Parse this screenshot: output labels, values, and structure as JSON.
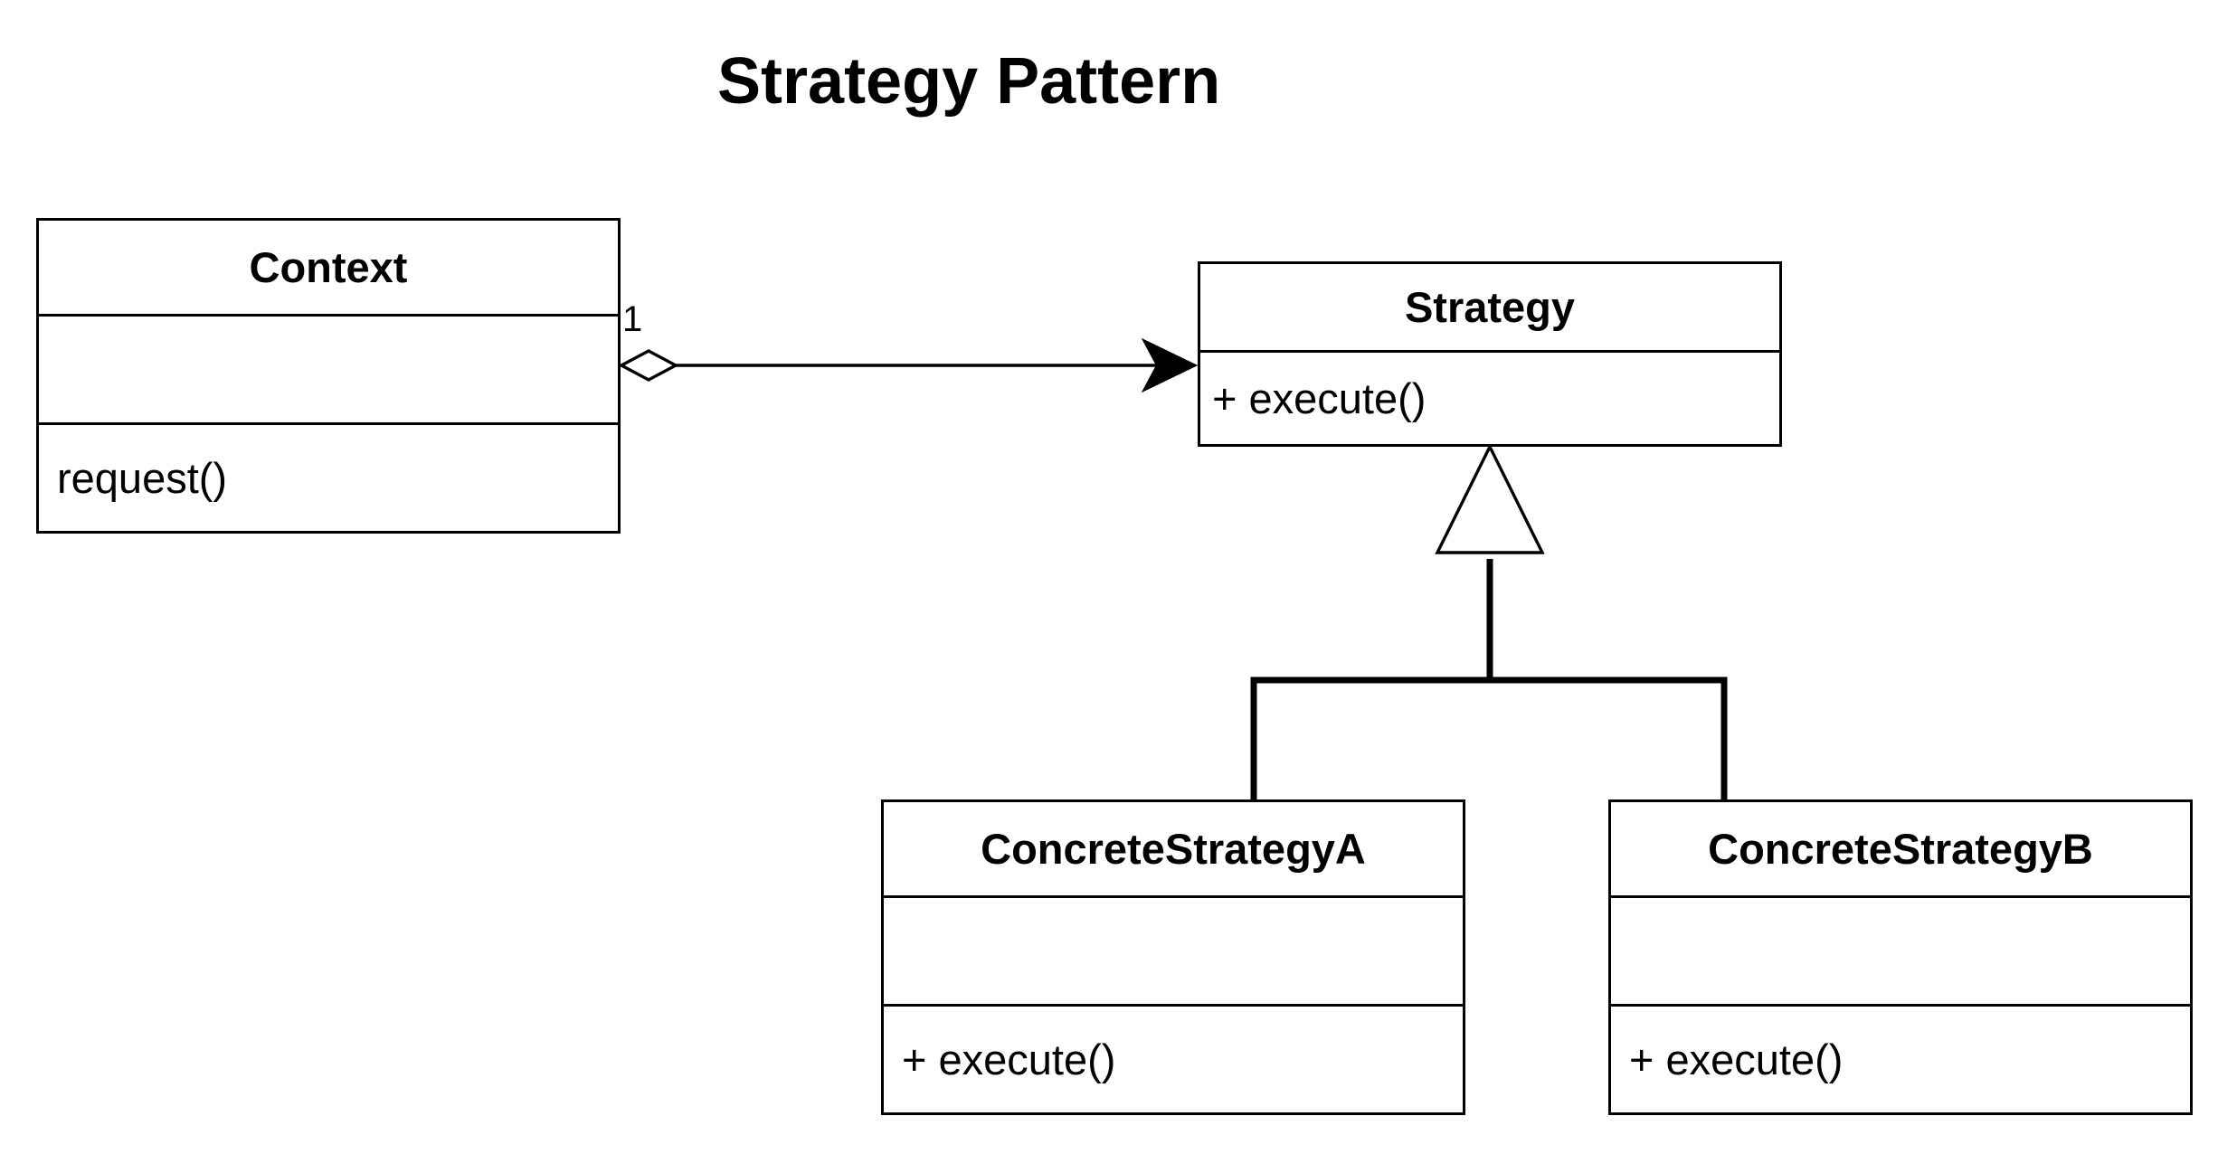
{
  "title": "Strategy Pattern",
  "classes": {
    "context": {
      "name": "Context",
      "attributes": [],
      "operations": [
        "request()"
      ]
    },
    "strategy": {
      "name": "Strategy",
      "operations": [
        "+ execute()"
      ]
    },
    "concrete_a": {
      "name": "ConcreteStrategyA",
      "attributes": [],
      "operations": [
        "+ execute()"
      ]
    },
    "concrete_b": {
      "name": "ConcreteStrategyB",
      "attributes": [],
      "operations": [
        "+ execute()"
      ]
    }
  },
  "relations": {
    "aggregation": {
      "from": "Context",
      "to": "Strategy",
      "multiplicity": "1"
    },
    "generalization": {
      "parent": "Strategy",
      "children": [
        "ConcreteStrategyA",
        "ConcreteStrategyB"
      ]
    }
  },
  "colors": {
    "line": "#000000",
    "background": "#ffffff"
  }
}
